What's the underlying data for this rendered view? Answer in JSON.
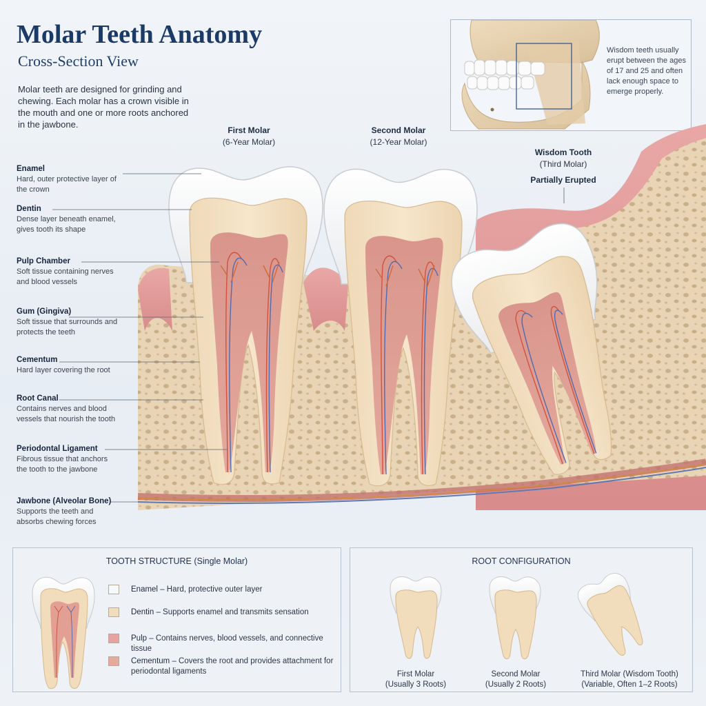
{
  "title": "Molar Teeth Anatomy",
  "subtitle": "Cross-Section View",
  "intro": "Molar teeth are designed for grinding and chewing. Each molar has a crown visible in the mouth and one or more roots anchored in the jawbone.",
  "labels": [
    {
      "name": "Enamel",
      "desc": "Hard, outer protective layer of the crown"
    },
    {
      "name": "Dentin",
      "desc": "Dense layer beneath enamel, gives tooth its shape"
    },
    {
      "name": "Pulp Chamber",
      "desc": "Soft tissue containing nerves and blood vessels"
    },
    {
      "name": "Gum (Gingiva)",
      "desc": "Soft tissue that surrounds and protects the teeth"
    },
    {
      "name": "Cementum",
      "desc": "Hard layer covering the root"
    },
    {
      "name": "Root Canal",
      "desc": "Contains nerves and blood vessels that nourish the tooth"
    },
    {
      "name": "Periodontal Ligament",
      "desc": "Fibrous tissue that anchors the tooth to the jawbone"
    },
    {
      "name": "Jawbone (Alveolar Bone)",
      "desc": "Supports the teeth and absorbs chewing forces"
    }
  ],
  "teeth": {
    "first": {
      "name": "First Molar",
      "sub": "(6-Year Molar)"
    },
    "second": {
      "name": "Second Molar",
      "sub": "(12-Year Molar)"
    },
    "wisdom": {
      "name": "Wisdom Tooth",
      "sub": "(Third Molar)",
      "status": "Partially Erupted"
    }
  },
  "inset_text": "Wisdom teeth usually erupt between the ages of 17 and 25 and often lack enough space to emerge properly.",
  "structure_panel": {
    "title": "TOOTH STRUCTURE",
    "title_suffix": "(Single Molar)",
    "items": [
      {
        "term": "Enamel",
        "desc": " – Hard, protective outer layer",
        "color": "#f7f8f9"
      },
      {
        "term": "Dentin",
        "desc": " – Supports enamel and transmits sensation",
        "color": "#f1dcbc"
      },
      {
        "term": "Pulp",
        "desc": " – Contains nerves, blood vessels, and connective tissue",
        "color": "#e7a3a0"
      },
      {
        "term": "Cementum",
        "desc": " – Covers the root and provides attachment for periodontal ligaments",
        "color": "#e6a99c"
      }
    ]
  },
  "roots_panel": {
    "title": "ROOT CONFIGURATION",
    "items": [
      {
        "name": "First Molar",
        "sub": "(Usually 3 Roots)"
      },
      {
        "name": "Second Molar",
        "sub": "(Usually 2 Roots)"
      },
      {
        "name": "Third Molar (Wisdom Tooth)",
        "sub": "(Variable, Often 1–2 Roots)"
      }
    ]
  },
  "colors": {
    "enamel": "#f7f8f9",
    "dentin": "#f1dcbc",
    "pulp": "#d98f86",
    "gum": "#e3a3a0",
    "bone": "#e8d2b3",
    "title": "#1c3a66"
  }
}
